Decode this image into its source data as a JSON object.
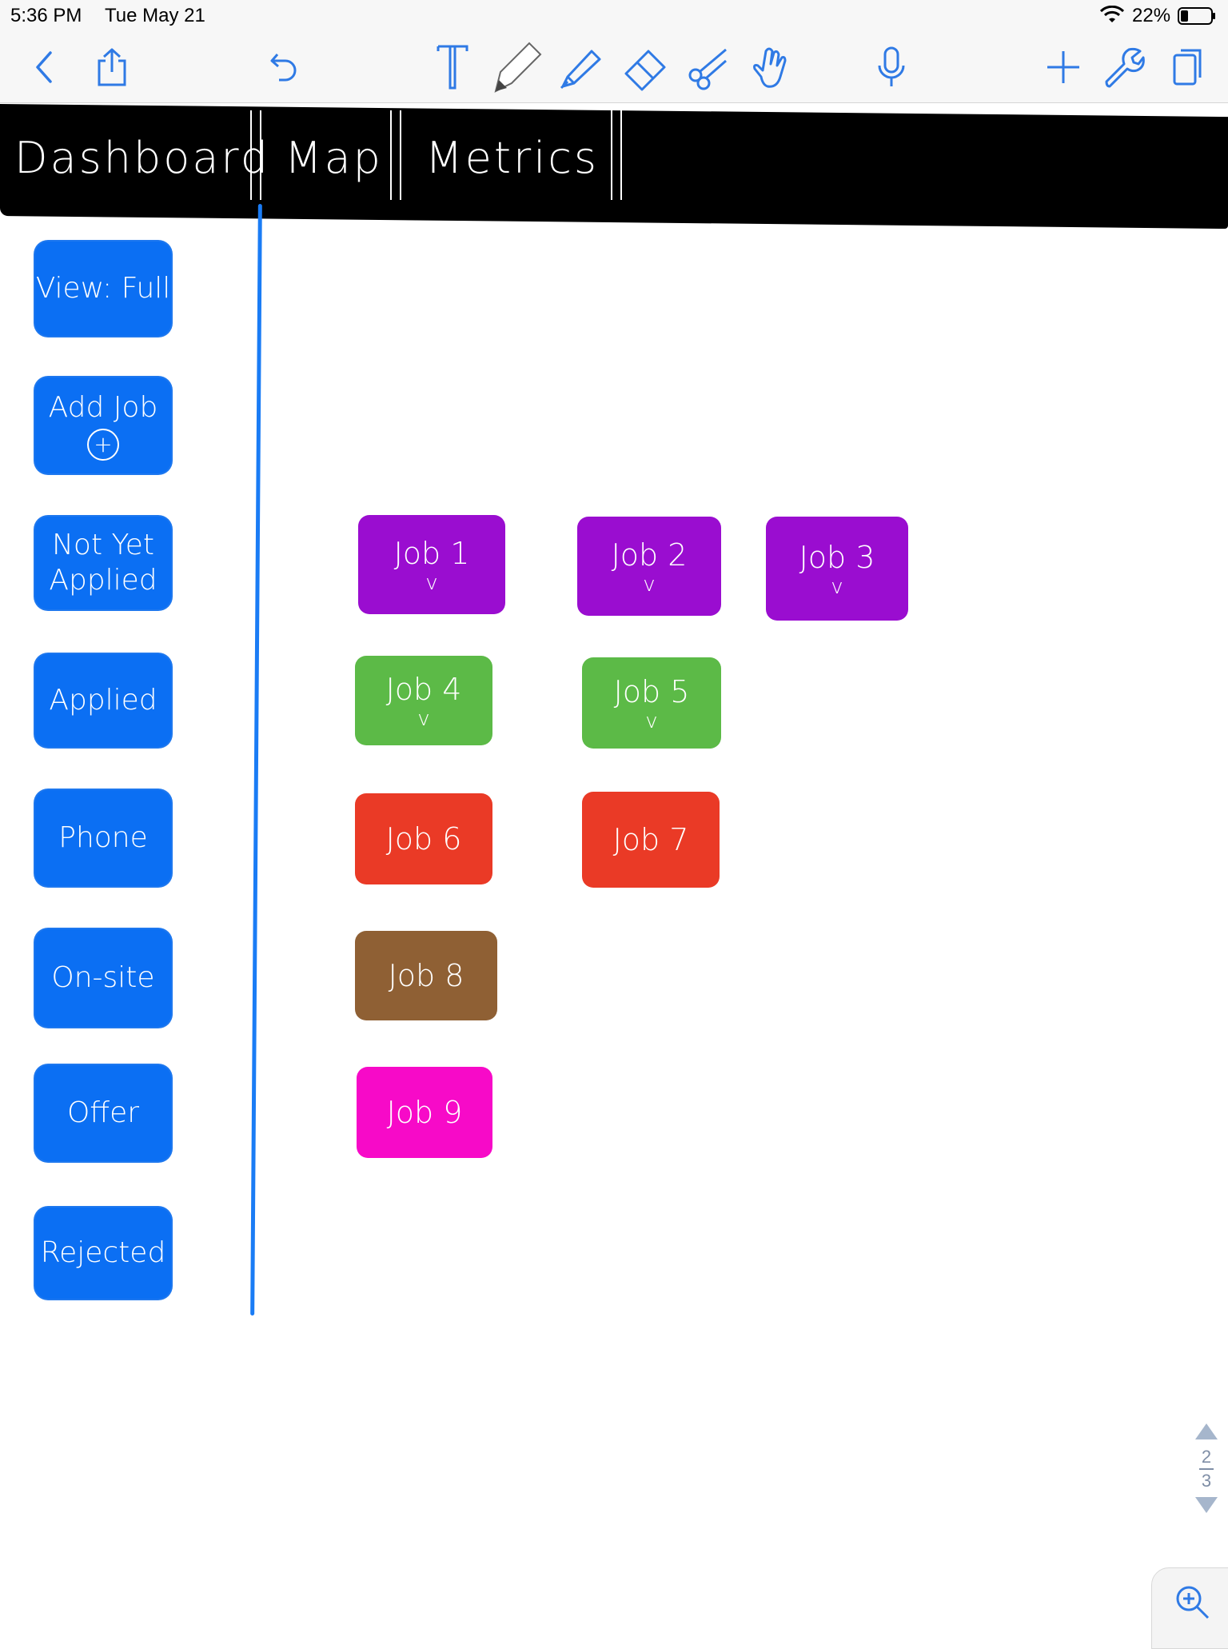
{
  "status_bar": {
    "time": "5:36 PM",
    "date": "Tue May 21",
    "battery": "22%"
  },
  "toolbar": {
    "icons": [
      "back-chevron-icon",
      "share-icon",
      "undo-icon",
      "text-tool-icon",
      "pencil-icon",
      "highlighter-icon",
      "eraser-icon",
      "scissors-icon",
      "hand-pointer-icon",
      "microphone-icon",
      "add-icon",
      "wrench-icon",
      "pages-icon"
    ]
  },
  "nav": {
    "tabs": [
      "Dashboard",
      "Map",
      "Metrics"
    ]
  },
  "sidebar": {
    "buttons": [
      {
        "label": "View: Full"
      },
      {
        "label": "Add Job",
        "icon": "plus-circle-icon"
      },
      {
        "label_line1": "Not Yet",
        "label_line2": "Applied"
      },
      {
        "label": "Applied"
      },
      {
        "label": "Phone"
      },
      {
        "label": "On-site"
      },
      {
        "label": "Offer"
      },
      {
        "label": "Rejected"
      }
    ]
  },
  "jobs": [
    {
      "label": "Job 1",
      "check": "v",
      "color": "#9a0dd0"
    },
    {
      "label": "Job 2",
      "check": "v",
      "color": "#9a0dd0"
    },
    {
      "label": "Job 3",
      "check": "v",
      "color": "#9a0dd0"
    },
    {
      "label": "Job 4",
      "check": "v",
      "color": "#5cba47"
    },
    {
      "label": "Job 5",
      "check": "v",
      "color": "#5cba47"
    },
    {
      "label": "Job 6",
      "color": "#ea3a26"
    },
    {
      "label": "Job 7",
      "color": "#ea3a26"
    },
    {
      "label": "Job 8",
      "color": "#8f6034"
    },
    {
      "label": "Job 9",
      "color": "#f70ac8"
    }
  ],
  "page_nav": {
    "current": "2",
    "total": "3"
  },
  "colors": {
    "accent": "#2f7ae5",
    "header": "#000000",
    "stage_button": "#0b6ff3"
  }
}
